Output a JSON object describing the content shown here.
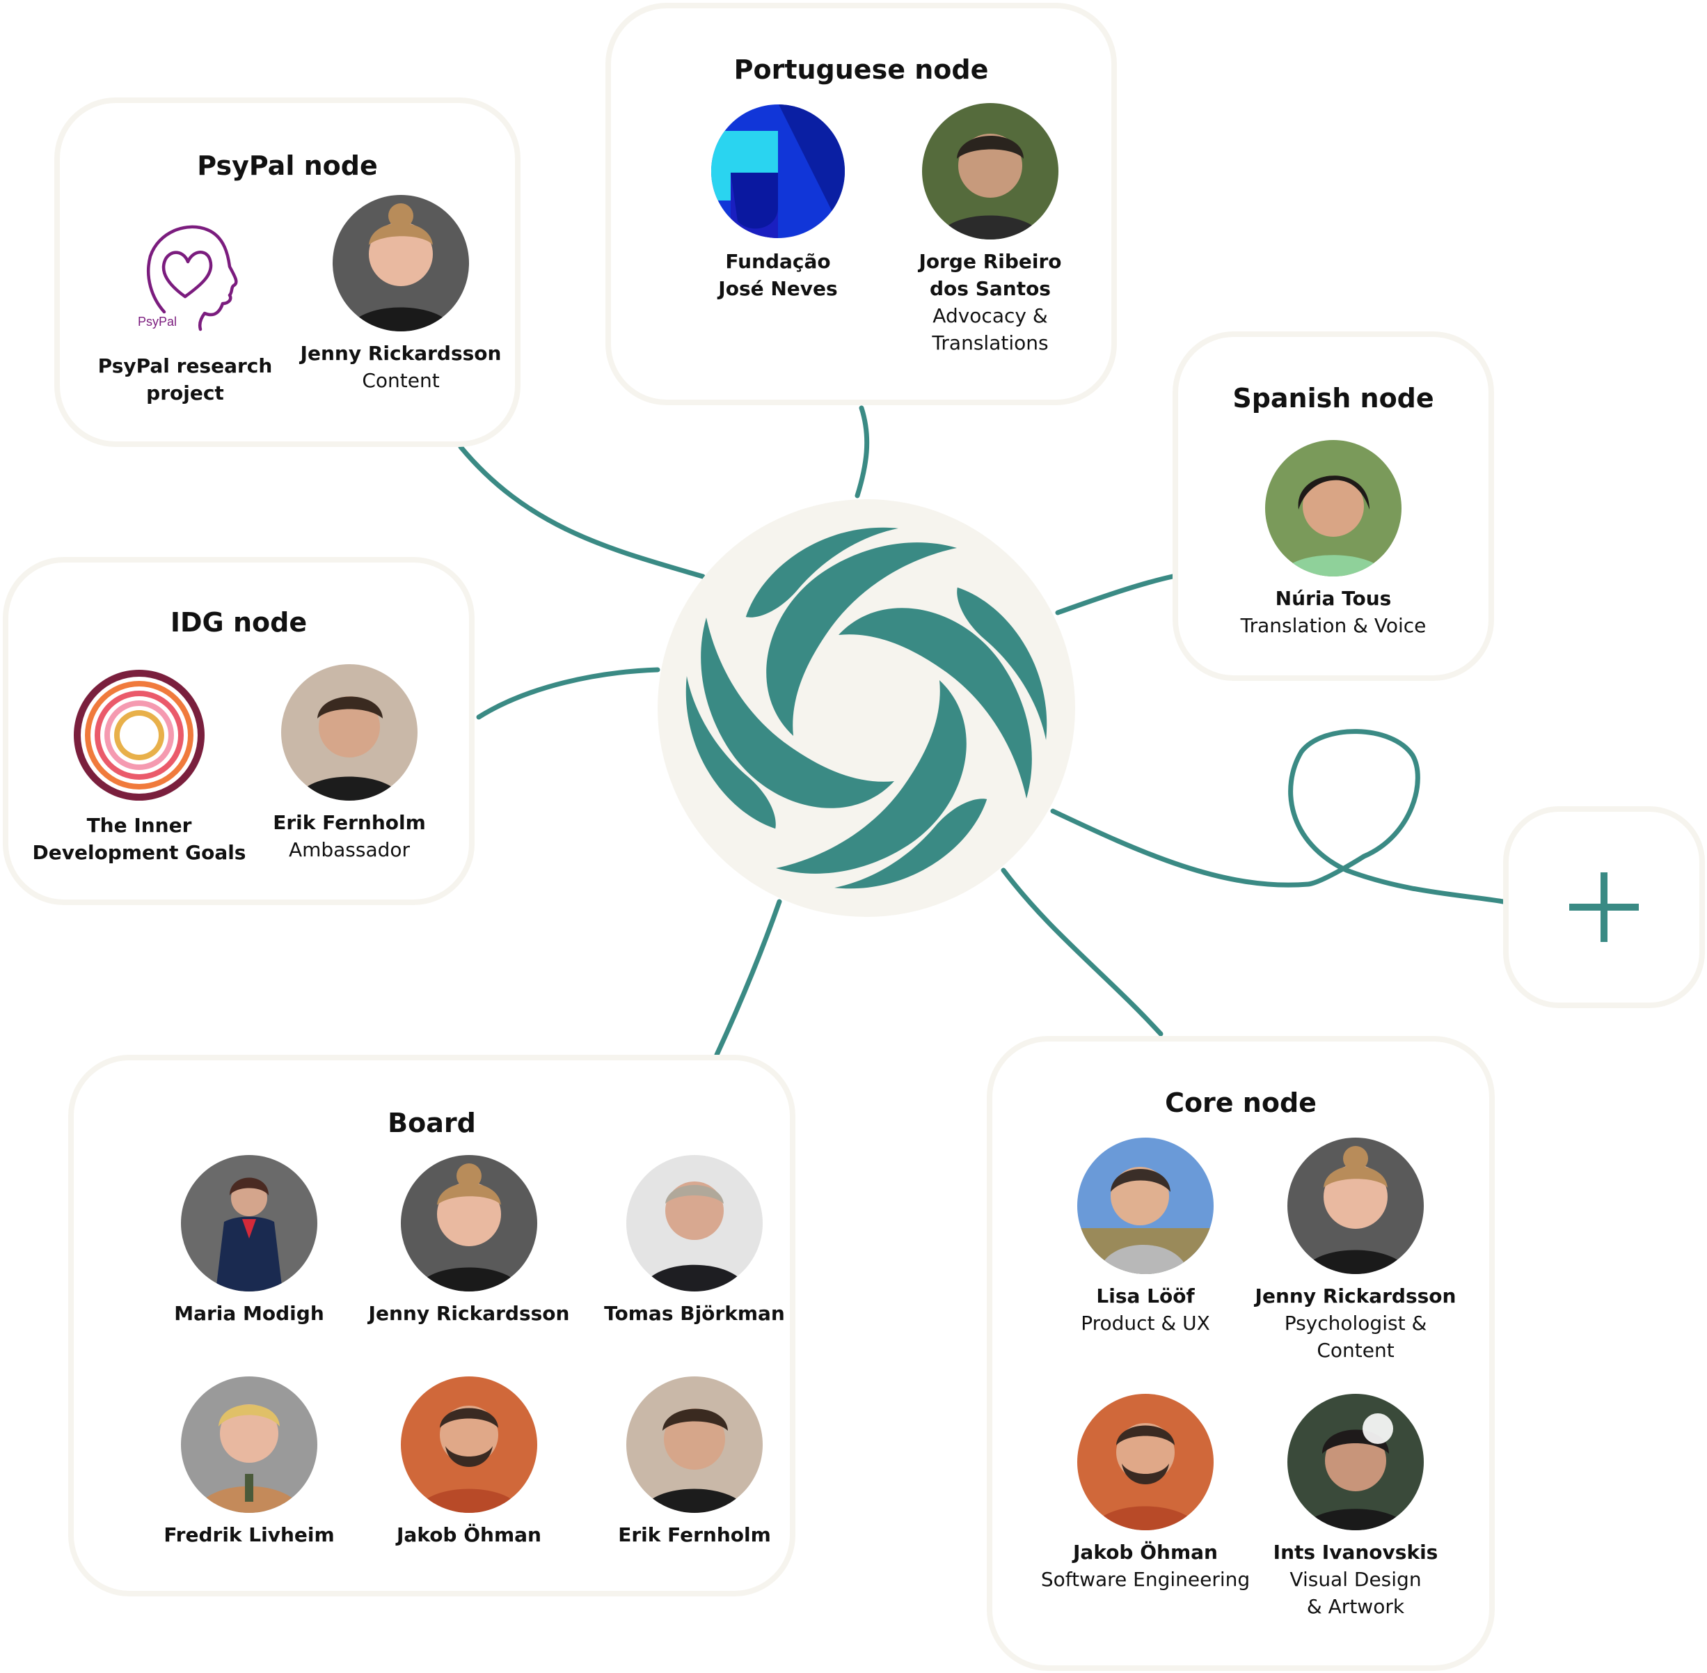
{
  "colors": {
    "accent": "#3a8a84",
    "card_border": "#f6f4ee",
    "hub_background": "#f6f4ee",
    "text": "#111111"
  },
  "hub": {
    "icon": "swirl-logo-icon"
  },
  "add_node": {
    "icon": "plus-icon"
  },
  "nodes": {
    "psypal": {
      "title": "PsyPal node",
      "members": [
        {
          "name": "PsyPal research\nproject",
          "role": "",
          "icon": "psypal-logo-icon",
          "logo_text": "PsyPal"
        },
        {
          "name": "Jenny Rickardsson",
          "role": "Content"
        }
      ]
    },
    "portuguese": {
      "title": "Portuguese node",
      "members": [
        {
          "name": "Fundação\nJosé Neves",
          "role": "",
          "icon": "fjn-logo-icon"
        },
        {
          "name": "Jorge Ribeiro\ndos Santos",
          "role": "Advocacy &\nTranslations"
        }
      ]
    },
    "spanish": {
      "title": "Spanish node",
      "members": [
        {
          "name": "Núria Tous",
          "role": "Translation & Voice"
        }
      ]
    },
    "idg": {
      "title": "IDG node",
      "members": [
        {
          "name": "The Inner\nDevelopment Goals",
          "role": "",
          "icon": "idg-rings-logo-icon"
        },
        {
          "name": "Erik Fernholm",
          "role": "Ambassador"
        }
      ]
    },
    "board": {
      "title": "Board",
      "members": [
        {
          "name": "Maria Modigh"
        },
        {
          "name": "Jenny Rickardsson"
        },
        {
          "name": "Tomas Björkman"
        },
        {
          "name": "Fredrik Livheim"
        },
        {
          "name": "Jakob Öhman"
        },
        {
          "name": "Erik Fernholm"
        }
      ]
    },
    "core": {
      "title": "Core node",
      "members": [
        {
          "name": "Lisa Lööf",
          "role": "Product & UX"
        },
        {
          "name": "Jenny Rickardsson",
          "role": "Psychologist & Content"
        },
        {
          "name": "Jakob Öhman",
          "role": "Software Engineering"
        },
        {
          "name": "Ints Ivanovskis",
          "role": "Visual Design\n& Artwork"
        }
      ]
    }
  }
}
